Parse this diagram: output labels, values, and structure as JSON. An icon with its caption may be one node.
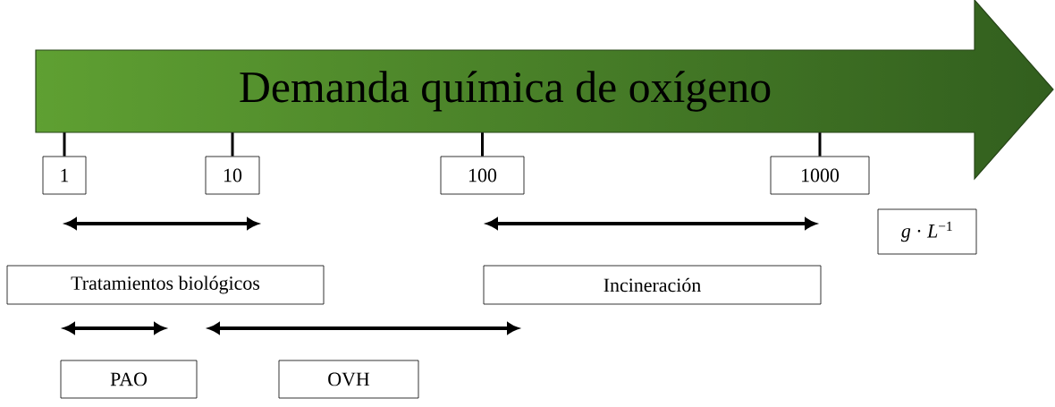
{
  "diagram": {
    "nodes": [
      {
        "text": [
          "Demanda química de oxígeno"
        ]
      },
      {
        "text": [
          "1"
        ]
      },
      {
        "text": [
          "10"
        ]
      },
      {
        "text": [
          "100"
        ]
      },
      {
        "text": [
          "1000"
        ]
      },
      {
        "text": [
          "*g* · *L*$^{−1}$"
        ]
      },
      {
        "text": [
          "Tratamientos biológicos"
        ]
      },
      {
        "text": [
          "Incineración"
        ]
      },
      {
        "text": [
          "PAO"
        ]
      },
      {
        "text": [
          "OVH"
        ]
      }
    ],
    "edges": [
      {
        "from": 0,
        "to": 1,
        "arrow": "none"
      },
      {
        "from": 0,
        "to": 2,
        "arrow": "none"
      },
      {
        "from": 0,
        "to": 3,
        "arrow": "none"
      },
      {
        "from": 0,
        "to": 4,
        "arrow": "none"
      }
    ]
  }
}
